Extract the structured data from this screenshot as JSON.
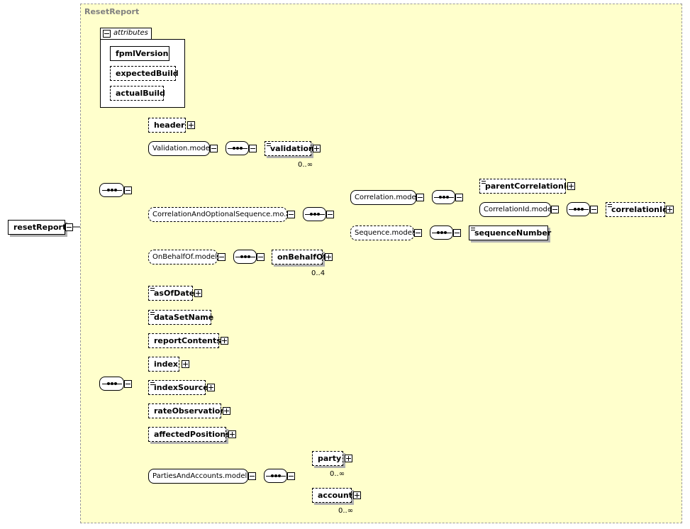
{
  "type_name": "ResetReport",
  "root": {
    "label": "resetReport"
  },
  "attributes": {
    "title": "attributes",
    "items": [
      "fpmlVersion",
      "expectedBuild",
      "actualBuild"
    ]
  },
  "sequence1": {
    "header": "header",
    "validation_model": "Validation.model",
    "validation": "validation",
    "validation_occ": "0..∞",
    "correlation_seq_model": "CorrelationAndOptionalSequence.mo...",
    "correlation_model": "Correlation.model",
    "parent_correlation_id": "parentCorrelationId",
    "correlation_id_model": "CorrelationId.model",
    "correlation_id": "correlationId",
    "sequence_model": "Sequence.model",
    "sequence_number": "sequenceNumber",
    "on_behalf_of_model": "OnBehalfOf.model",
    "on_behalf_of": "onBehalfOf",
    "on_behalf_of_occ": "0..4"
  },
  "sequence2": {
    "as_of_date": "asOfDate",
    "data_set_name": "dataSetName",
    "report_contents": "reportContents",
    "index": "index",
    "index_source": "indexSource",
    "rate_observation": "rateObservation",
    "affected_positions": "affectedPositions",
    "parties_accounts_model": "PartiesAndAccounts.model",
    "party": "party",
    "party_occ": "0..∞",
    "account": "account",
    "account_occ": "0..∞"
  }
}
